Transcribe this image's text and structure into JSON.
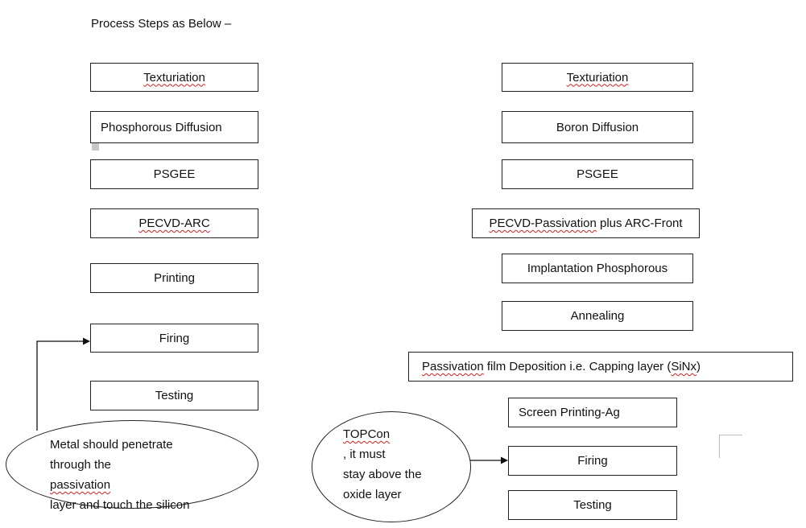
{
  "heading": "Process Steps as Below –",
  "left_steps": [
    {
      "label": "Texturiation"
    },
    {
      "label": "Phosphorous Diffusion"
    },
    {
      "label": "PSGEE"
    },
    {
      "label": "PECVD-ARC"
    },
    {
      "label": "Printing"
    },
    {
      "label": "Firing"
    },
    {
      "label": "Testing"
    }
  ],
  "right_steps": [
    {
      "label": "Texturiation"
    },
    {
      "label": "Boron Diffusion"
    },
    {
      "label": "PSGEE"
    },
    {
      "label": "PECVD-Passivation plus ARC-Front"
    },
    {
      "label": "Implantation Phosphorous"
    },
    {
      "label": "Annealing"
    },
    {
      "label": "Passivation film Deposition i.e. Capping layer (SiNx)"
    },
    {
      "label": "Screen Printing-Ag"
    },
    {
      "label": "Firing"
    },
    {
      "label": "Testing"
    }
  ],
  "notes": {
    "metal": {
      "line1": "Metal should penetrate",
      "line2": "through the passivation",
      "line3": "layer and touch the  silicon"
    },
    "topcon": {
      "line1": "TOPCon, it must",
      "line2": "stay above the",
      "line3": "oxide layer"
    }
  },
  "colors": {
    "border": "#222222",
    "spellcheck_underline": "#d42020"
  }
}
